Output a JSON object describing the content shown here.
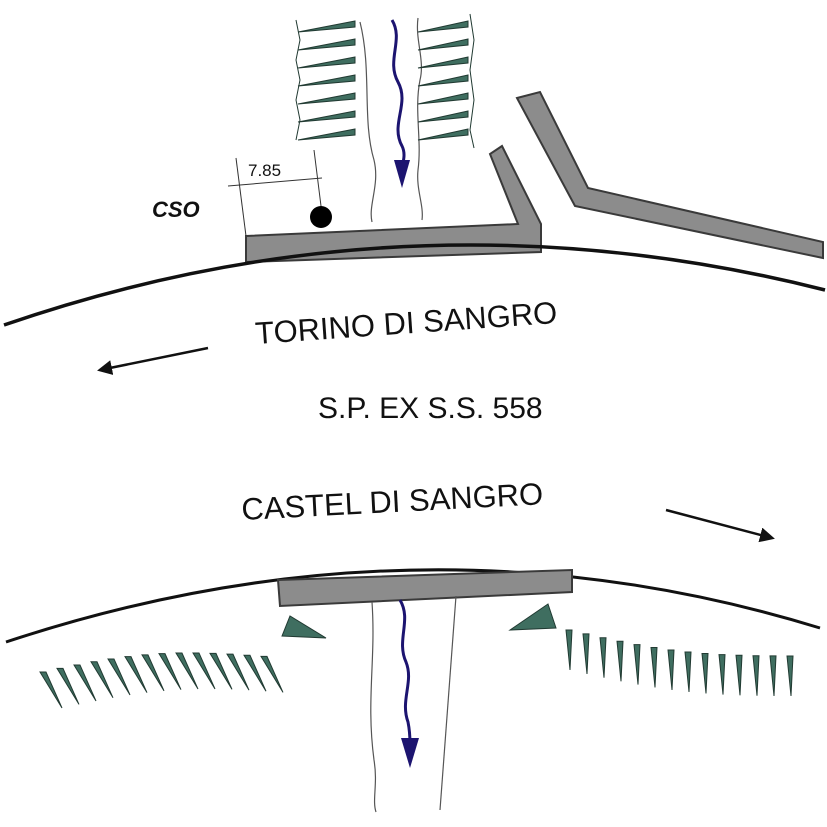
{
  "labels": {
    "cso": "CSO",
    "dimension": "7.85",
    "direction_top": "TORINO DI SANGRO",
    "road_name": "S.P. EX S.S. 558",
    "direction_bottom": "CASTEL DI SANGRO"
  },
  "colors": {
    "background": "#ffffff",
    "road_edge": "#111111",
    "structure_fill": "#8c8c8c",
    "structure_stroke": "#3a3a3a",
    "slope_hatch": "#3f6e60",
    "slope_hatch_stroke": "#213a32",
    "flow_arrow": "#1c1470",
    "channel_line": "#555555",
    "direction_arrow": "#111111",
    "cso_marker": "#000000"
  },
  "icons": {
    "flow": "wavy-arrow-down-icon",
    "direction": "arrow-icon",
    "cso": "filled-circle-icon"
  }
}
